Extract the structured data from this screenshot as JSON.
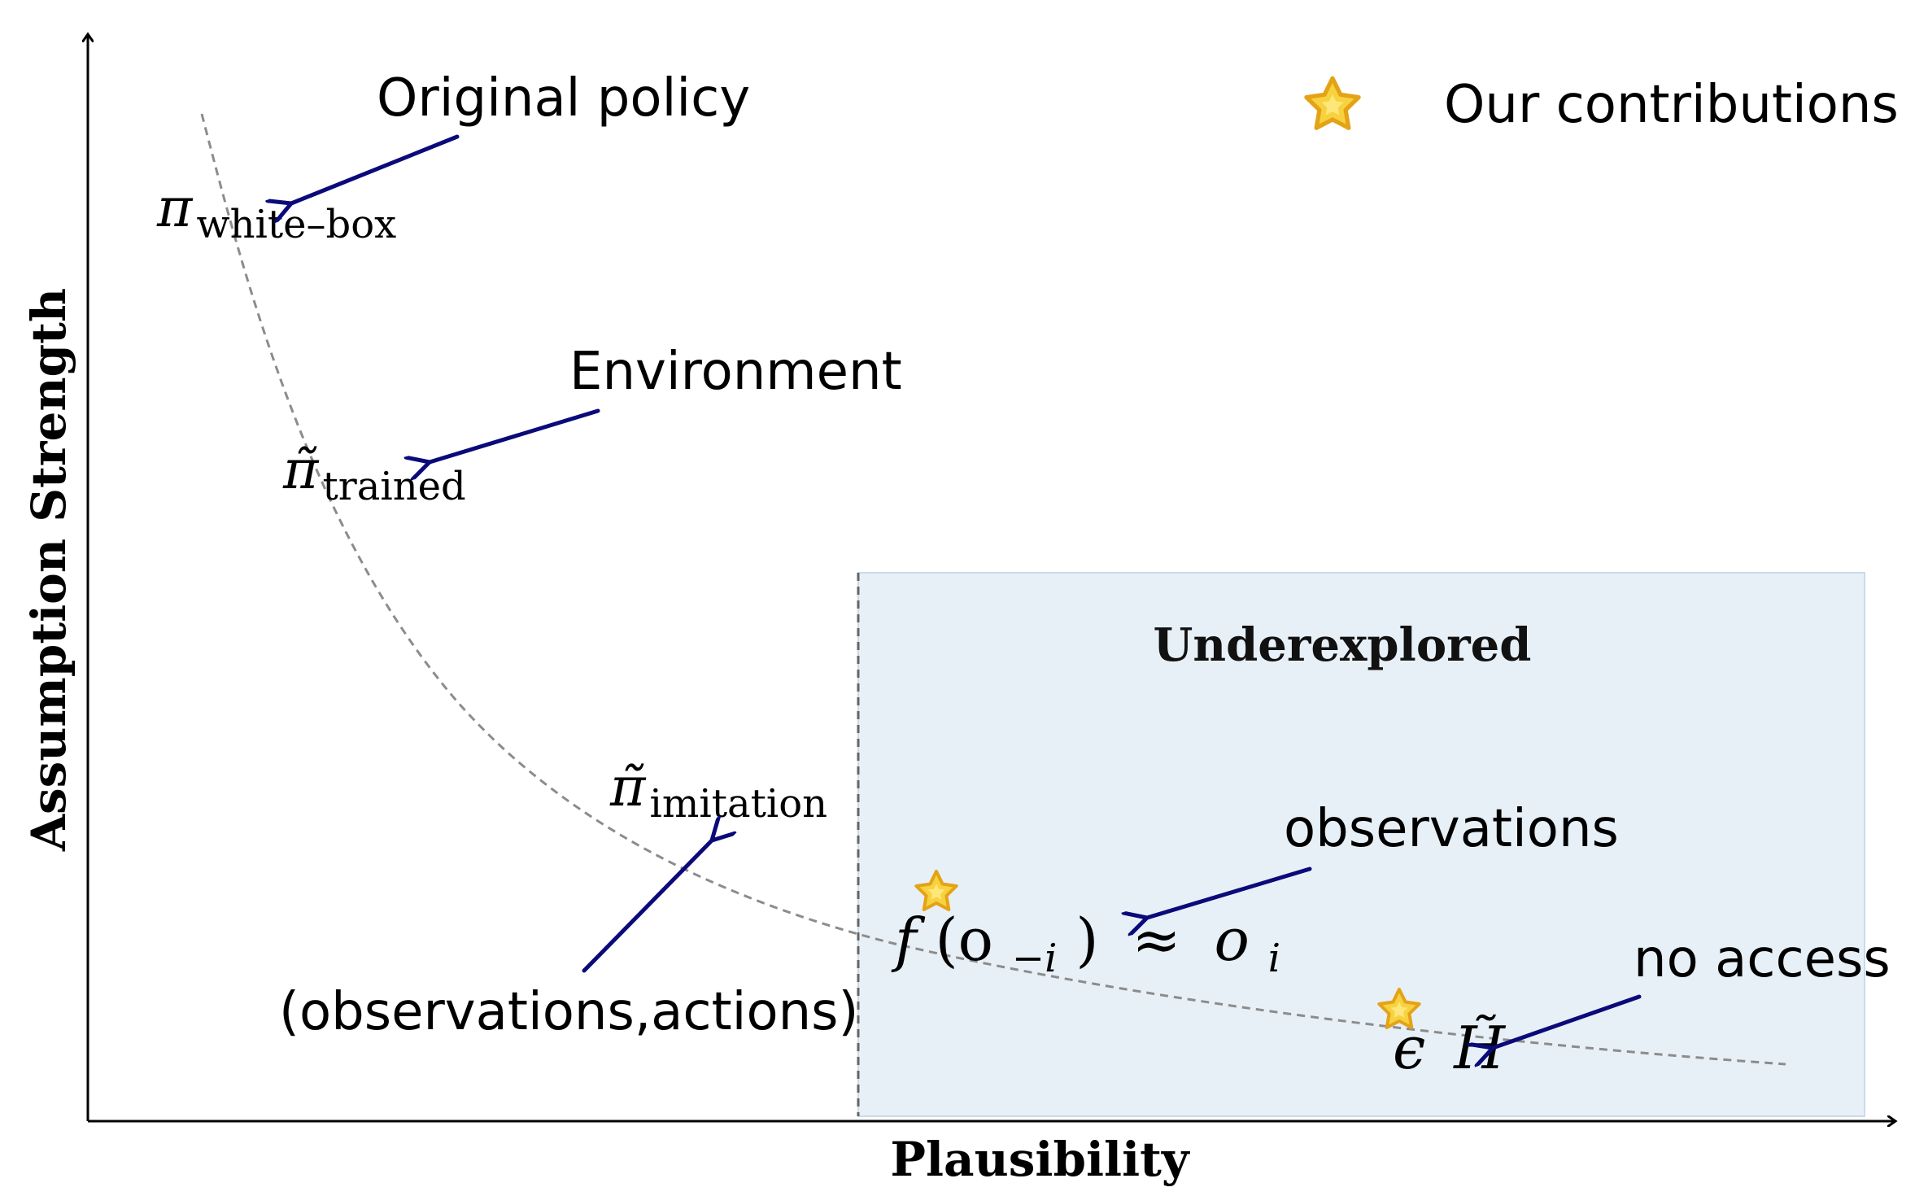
{
  "axes": {
    "x_label": "Plausibility",
    "y_label": "Assumption Strength"
  },
  "region": {
    "label": "Underexplored",
    "fill_color": "#e8f0f7",
    "border_color": "#c9dbe9"
  },
  "legend": {
    "label": "Our contributions",
    "icon": "star-icon"
  },
  "points": {
    "white_box": {
      "symbol": "π",
      "subscript": "white–box",
      "annotation": "Original policy"
    },
    "trained": {
      "symbol": "π̃",
      "subscript": "trained",
      "annotation": "Environment"
    },
    "imitation": {
      "symbol": "π̃",
      "subscript": "imitation",
      "annotation": "(observations,actions)"
    },
    "observations": {
      "f_part": "f",
      "args": "(o",
      "sub1": "−i",
      "close": ")",
      "approx": "≈",
      "rhs": "o",
      "sub2": "i",
      "annotation": "observations"
    },
    "no_access": {
      "epsilon": "ϵ",
      "symbol": "H̃",
      "annotation": "no access"
    }
  },
  "colors": {
    "arrow": "#0a0a7a",
    "curve": "#8c8c8c",
    "axis": "#000000",
    "star_fill": "#f7d23e",
    "star_stroke": "#e4a317"
  }
}
